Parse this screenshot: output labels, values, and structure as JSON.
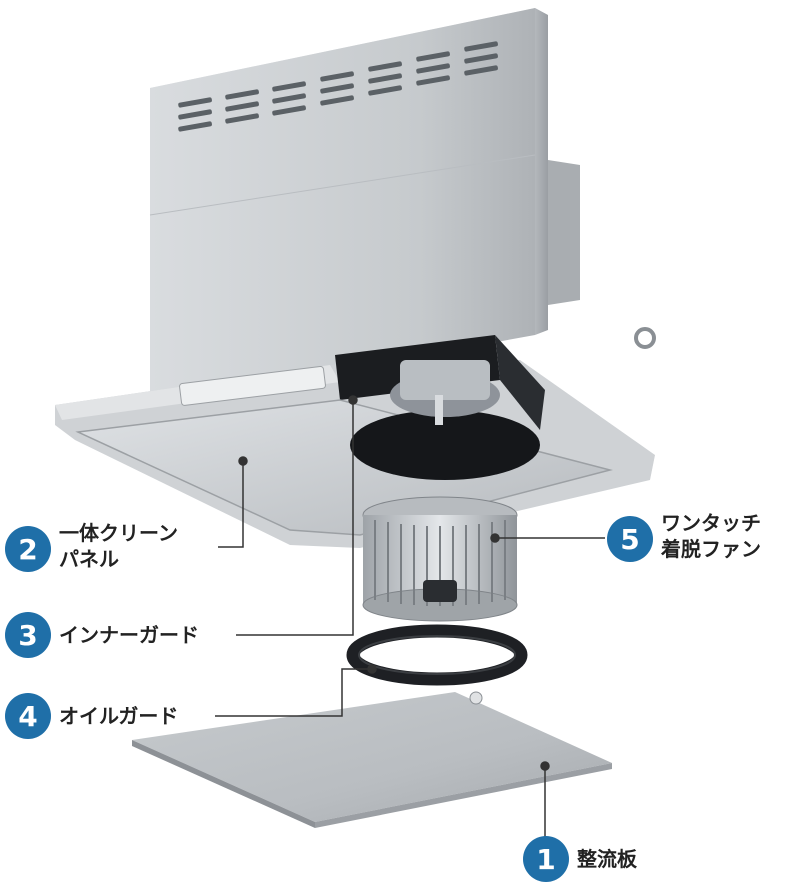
{
  "colors": {
    "badge": "#1f6fa8",
    "text": "#222222",
    "line": "#333333"
  },
  "callouts": {
    "c1": {
      "number": "1",
      "text": "整流板"
    },
    "c2": {
      "number": "2",
      "line1": "一体クリーン",
      "line2": "パネル"
    },
    "c3": {
      "number": "3",
      "text": "インナーガード"
    },
    "c4": {
      "number": "4",
      "text": "オイルガード"
    },
    "c5": {
      "number": "5",
      "line1": "ワンタッチ",
      "line2": "着脱ファン"
    }
  }
}
